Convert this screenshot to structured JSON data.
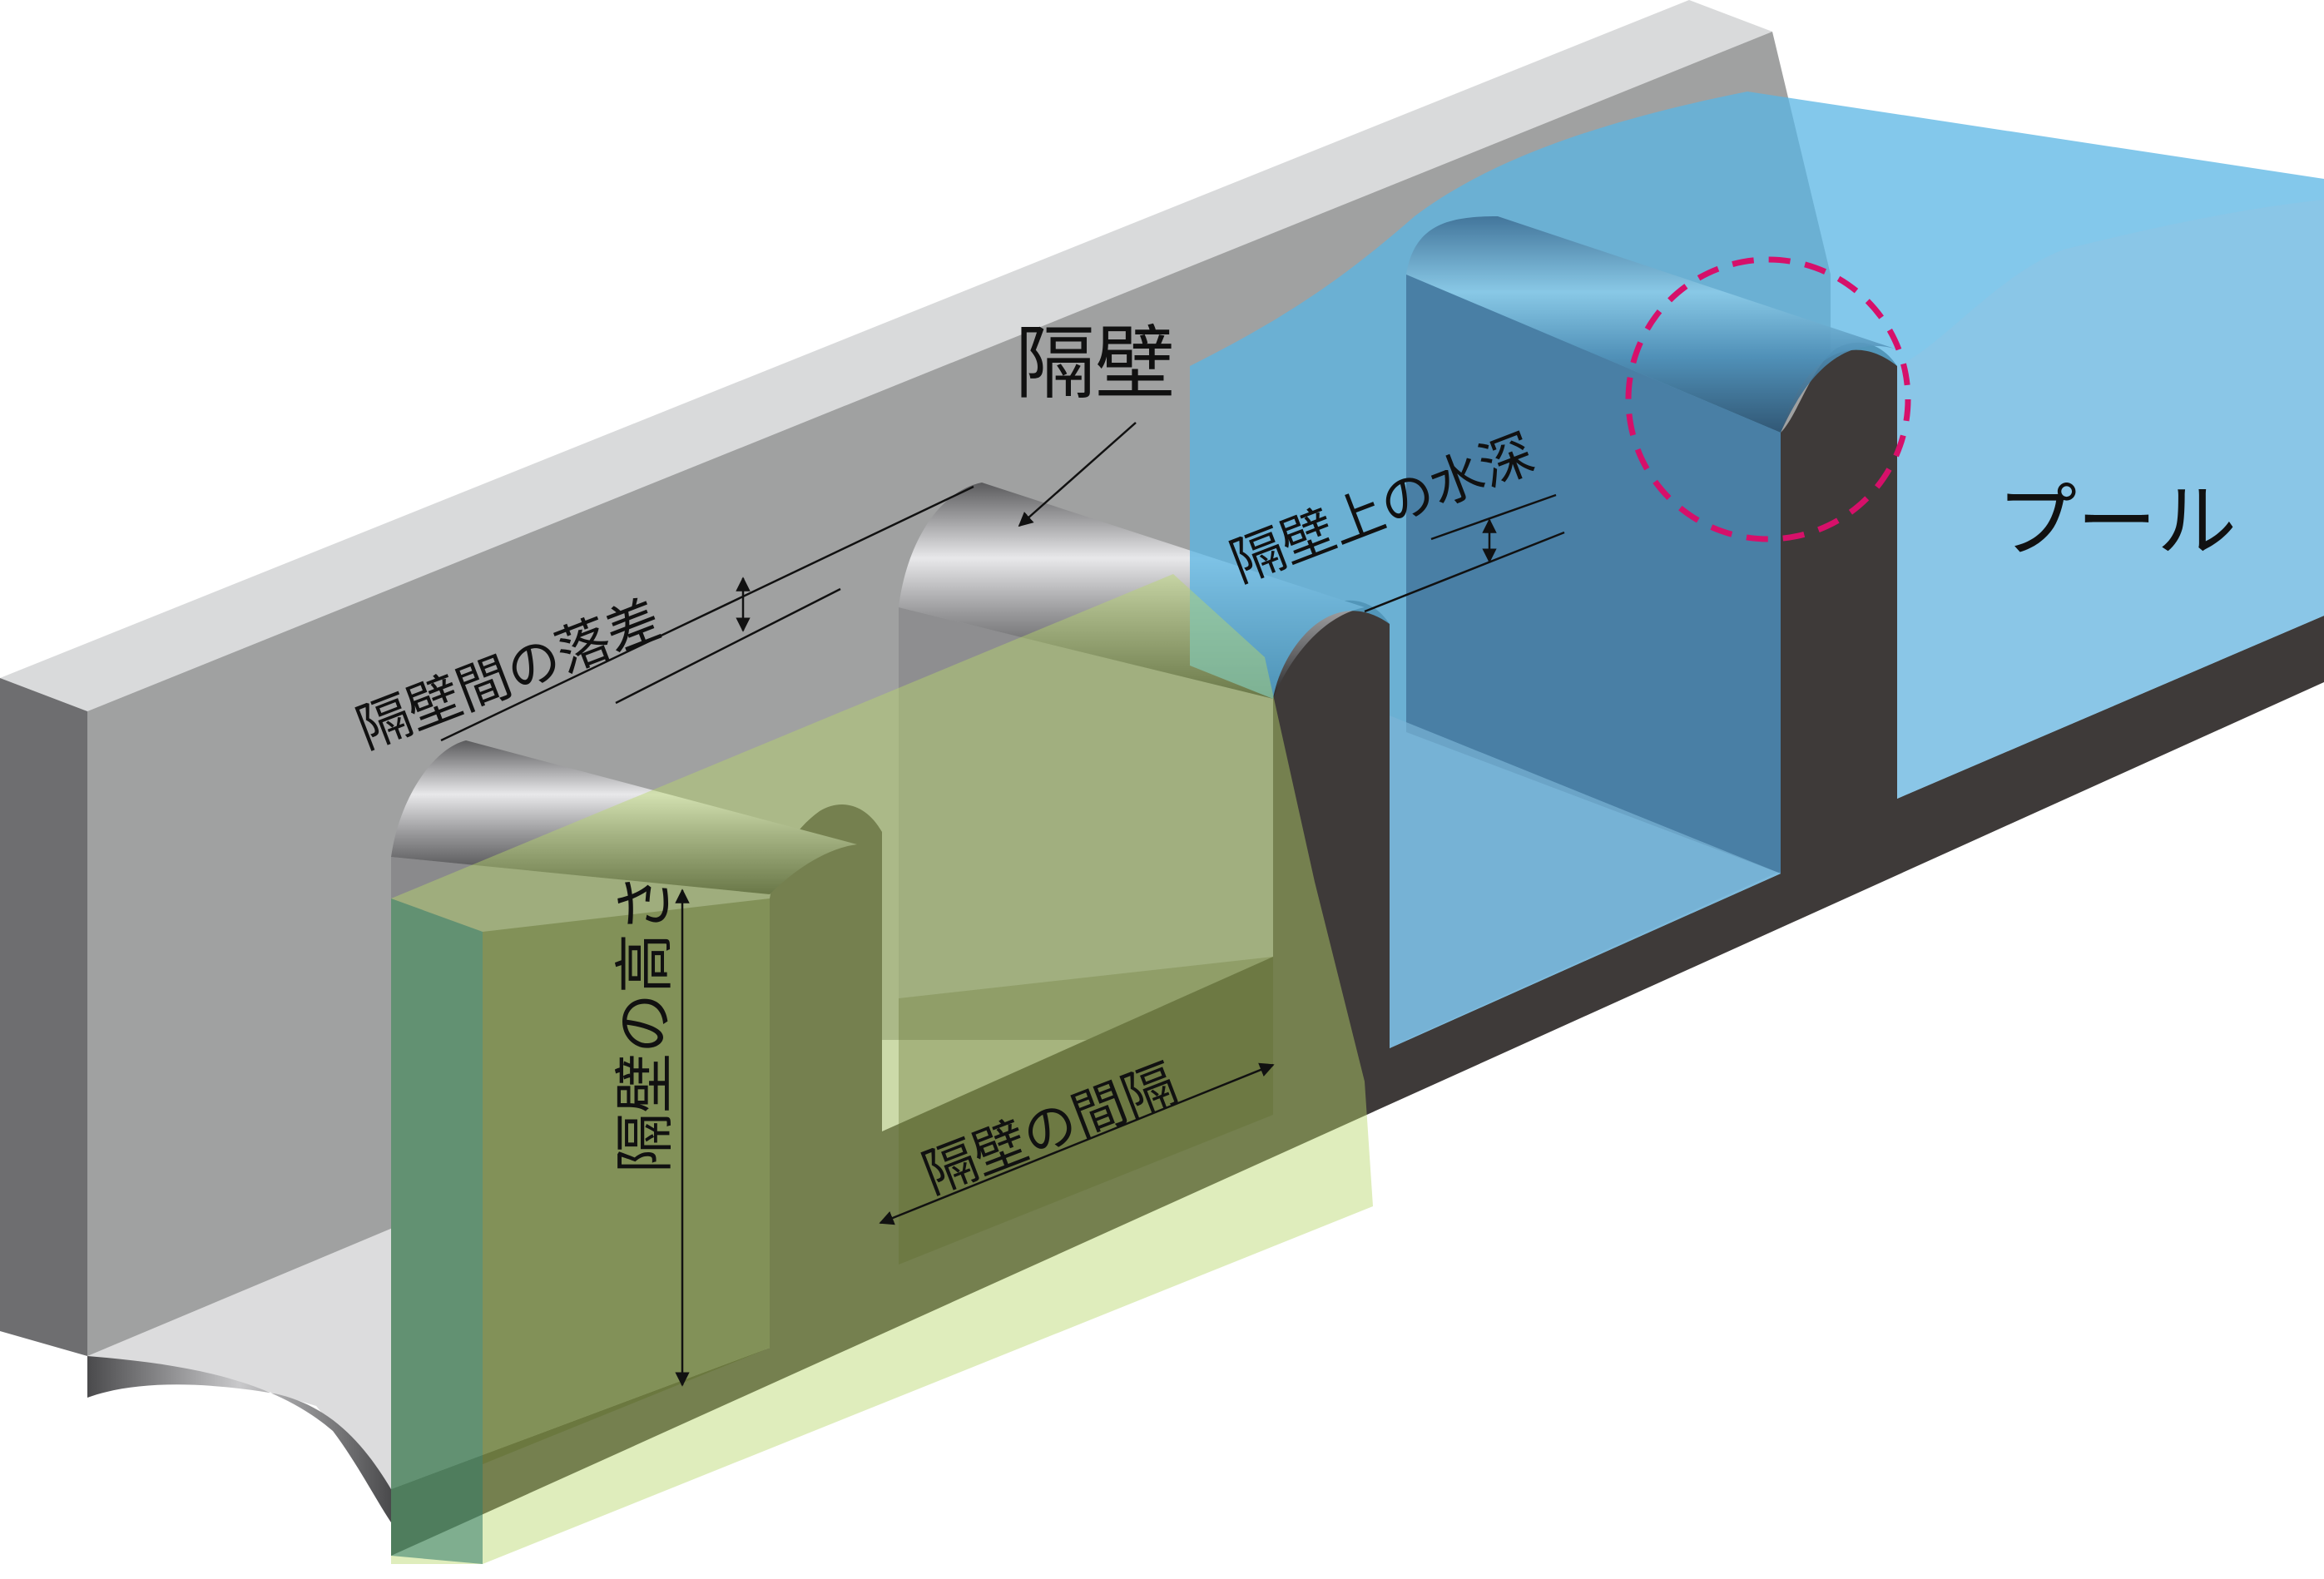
{
  "labels": {
    "bulkhead": "隔壁",
    "pool": "プール",
    "drop_between_bulkheads": "隔壁間の落差",
    "water_depth_above_bulkhead": "隔壁上の水深",
    "bulkhead_height": "隔壁の高さ",
    "bulkhead_spacing": "隔壁の間隔"
  },
  "colors": {
    "wall_top": "#d9dadb",
    "wall_face": "#a0a1a1",
    "wall_end": "#6e6e70",
    "section_dark": "#3e3a39",
    "water": "#5ab6e4",
    "water_dark": "#3d6f96",
    "highlight_overlay": "#b9d86a",
    "highlight_dark": "#5f6e2d",
    "highlight_dashed_circle": "#d6106a"
  }
}
